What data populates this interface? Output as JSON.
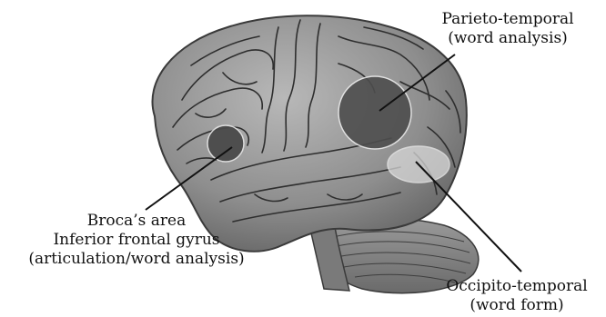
{
  "labels": {
    "parieto_temporal": {
      "line1": "Parieto-temporal",
      "line2": "(word analysis)"
    },
    "broca": {
      "line1": "Broca’s area",
      "line2": "Inferior frontal gyrus",
      "line3": "(articulation/word analysis)"
    },
    "occipito_temporal": {
      "line1": "Occipito-temporal",
      "line2": "(word form)"
    }
  },
  "colors": {
    "brain_fill": "#8c8c8c",
    "brain_outline": "#3a3a3a",
    "sulcus": "#2e2e2e",
    "region_dark": "#4a4a4a",
    "region_light": "#d8d8d8",
    "background": "#ffffff"
  }
}
